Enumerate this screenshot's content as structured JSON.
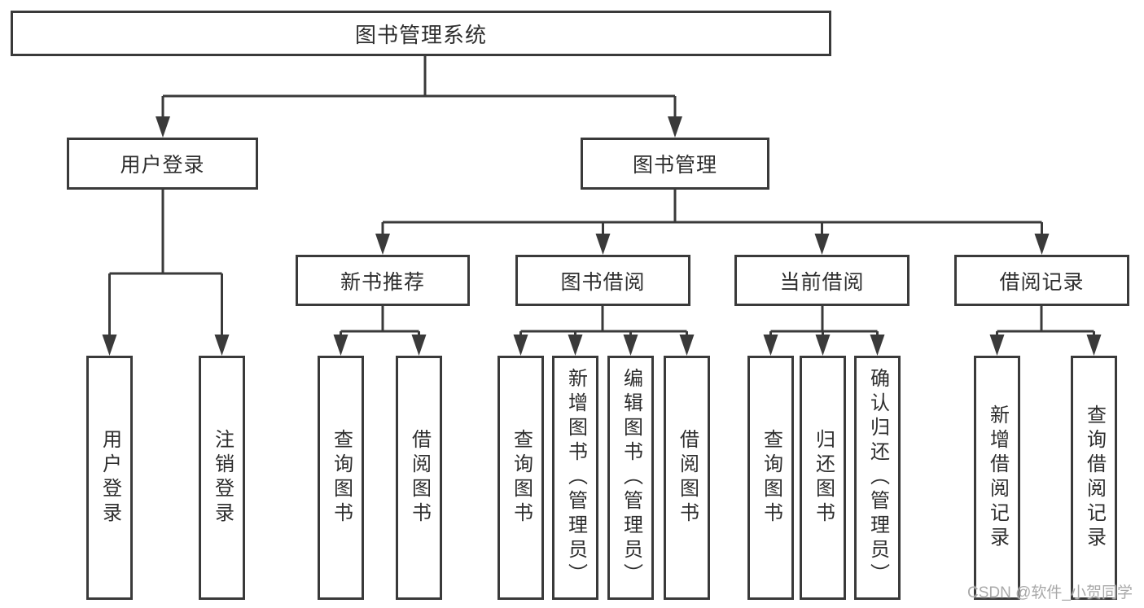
{
  "tree": {
    "label": "图书管理系统",
    "children": [
      {
        "label": "用户登录",
        "children": [
          {
            "label": "用户登录"
          },
          {
            "label": "注销登录"
          }
        ]
      },
      {
        "label": "图书管理",
        "children": [
          {
            "label": "新书推荐",
            "children": [
              {
                "label": "查询图书"
              },
              {
                "label": "借阅图书"
              }
            ]
          },
          {
            "label": "图书借阅",
            "children": [
              {
                "label": "查询图书"
              },
              {
                "label": "新增图书（管理员）"
              },
              {
                "label": "编辑图书（管理员）"
              },
              {
                "label": "借阅图书"
              }
            ]
          },
          {
            "label": "当前借阅",
            "children": [
              {
                "label": "查询图书"
              },
              {
                "label": "归还图书"
              },
              {
                "label": "确认归还（管理员）"
              }
            ]
          },
          {
            "label": "借阅记录",
            "children": [
              {
                "label": "新增借阅记录"
              },
              {
                "label": "查询借阅记录"
              }
            ]
          }
        ]
      }
    ]
  },
  "watermark": {
    "text": "CSDN @软件_小贺同学"
  },
  "colors": {
    "line": "#3a3a3a",
    "text": "#2e2e2e",
    "watermark": "#a9a9a9",
    "background": "#ffffff"
  }
}
